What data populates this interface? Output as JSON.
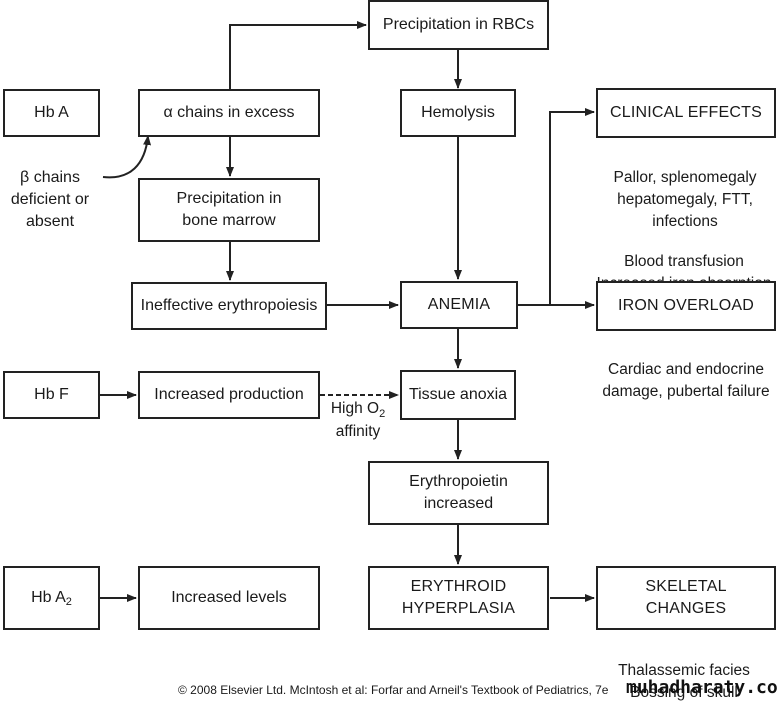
{
  "diagram": {
    "hb_a": "Hb A",
    "alpha_excess": "α chains in excess",
    "beta_deficient": "β chains\ndeficient or\nabsent",
    "precip_rbc": "Precipitation in RBCs",
    "hemolysis": "Hemolysis",
    "precip_marrow": "Precipitation in\nbone marrow",
    "ineffective": "Ineffective erythropoiesis",
    "anemia": "ANEMIA",
    "clinical_effects": "CLINICAL EFFECTS",
    "clinical_effects_detail": "Pallor, splenomegaly\nhepatomegaly, FTT,\ninfections",
    "transfusion_note": "Blood transfusion\nIncreased iron absorption",
    "iron_overload": "IRON OVERLOAD",
    "iron_overload_detail": "Cardiac and endocrine\ndamage, pubertal failure",
    "hb_f": "Hb F",
    "increased_production": "Increased production",
    "high_o2": "High O",
    "high_o2_sub": "2",
    "affinity": "affinity",
    "tissue_anoxia": "Tissue anoxia",
    "erythropoietin": "Erythropoietin\nincreased",
    "hb_a2": "Hb A",
    "hb_a2_sub": "2",
    "increased_levels": "Increased levels",
    "erythroid_hyperplasia": "ERYTHROID\nHYPERPLASIA",
    "skeletal_changes": "SKELETAL\nCHANGES",
    "skeletal_detail": "Thalassemic facies\nBossing of skull"
  },
  "footer": {
    "credit": "© 2008 Elsevier Ltd. McIntosh et al: Forfar and Arneil's Textbook of Pediatrics, 7e",
    "brand": "muhadharaty.com"
  }
}
